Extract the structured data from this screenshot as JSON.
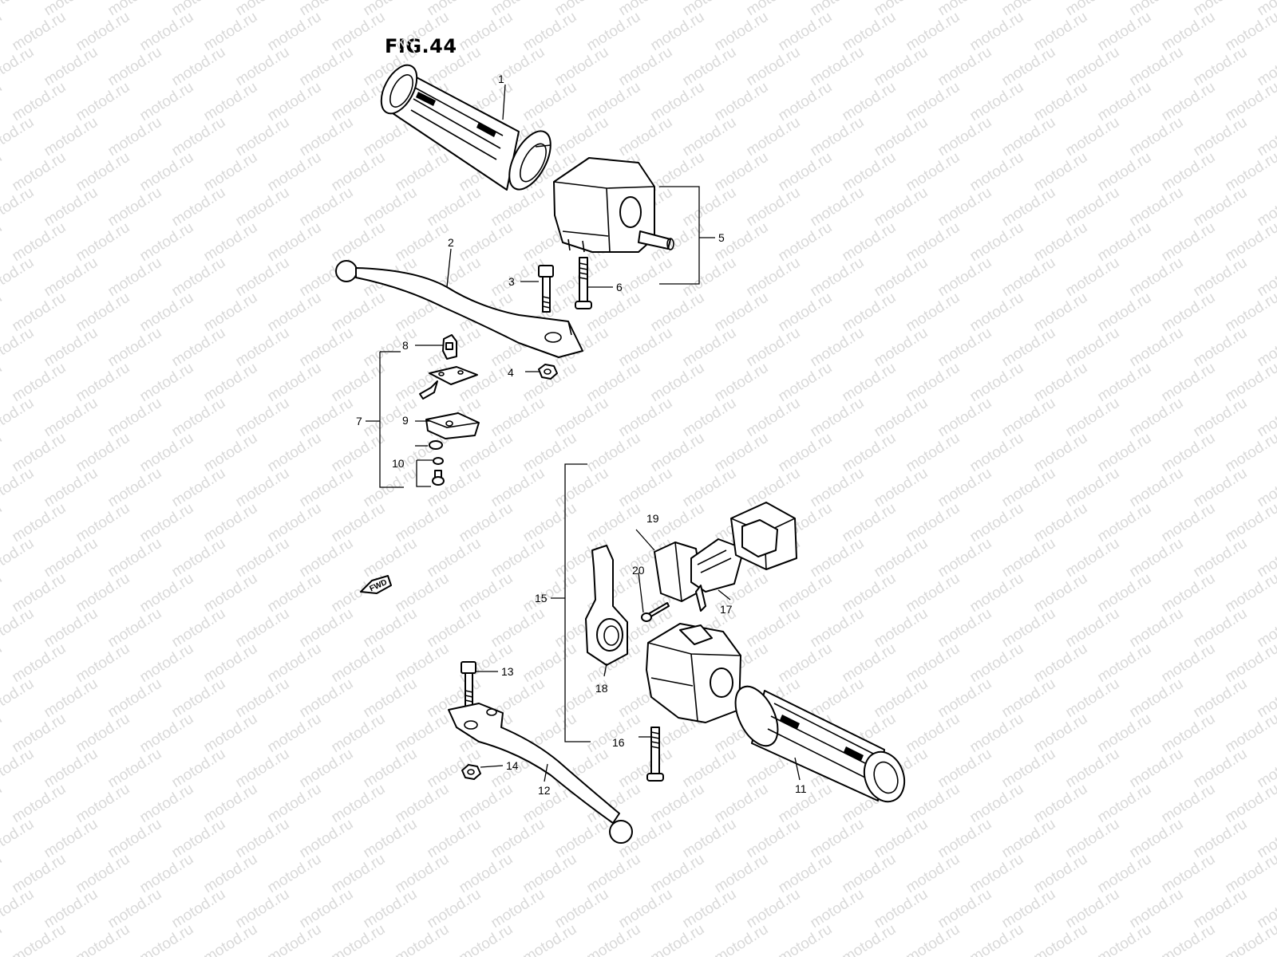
{
  "figure": {
    "title": "FIG.44"
  },
  "watermark": {
    "text": "motod.ru",
    "color": "#d9d9d9"
  },
  "fwd_label": "FWD",
  "callouts": [
    {
      "id": "1",
      "label": "1"
    },
    {
      "id": "2",
      "label": "2"
    },
    {
      "id": "3",
      "label": "3"
    },
    {
      "id": "4",
      "label": "4"
    },
    {
      "id": "5a",
      "label": "5"
    },
    {
      "id": "6",
      "label": "6"
    },
    {
      "id": "7",
      "label": "7"
    },
    {
      "id": "8",
      "label": "8"
    },
    {
      "id": "9",
      "label": "9"
    },
    {
      "id": "10",
      "label": "10"
    },
    {
      "id": "11",
      "label": "11"
    },
    {
      "id": "12",
      "label": "12"
    },
    {
      "id": "13",
      "label": "13"
    },
    {
      "id": "14",
      "label": "14"
    },
    {
      "id": "15",
      "label": "15"
    },
    {
      "id": "16",
      "label": "16"
    },
    {
      "id": "17",
      "label": "17"
    },
    {
      "id": "18",
      "label": "18"
    },
    {
      "id": "19",
      "label": "19"
    },
    {
      "id": "20",
      "label": "20"
    }
  ]
}
